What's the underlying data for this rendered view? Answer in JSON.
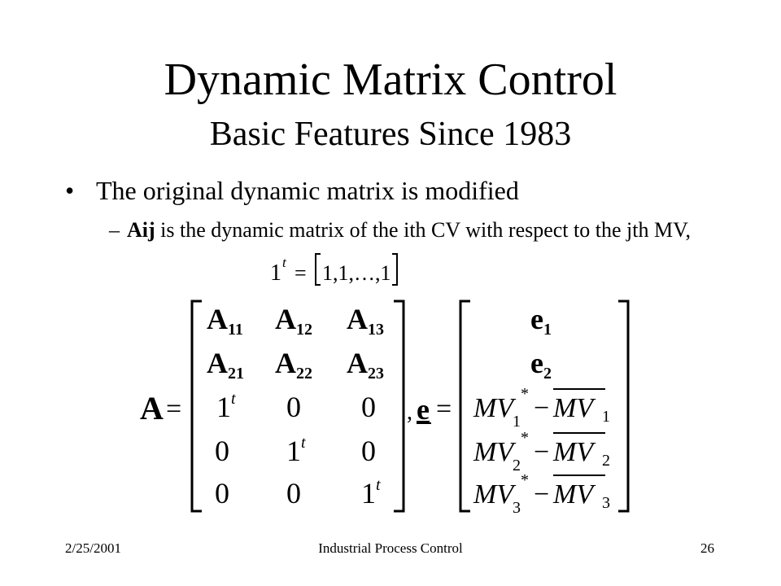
{
  "slide": {
    "title": "Dynamic Matrix Control",
    "subtitle": "Basic Features Since 1983",
    "bullet_1": "The original dynamic matrix is modified",
    "sub_bullet_bold": "Aij",
    "sub_bullet_text": " is the dynamic matrix of the ith CV with respect to the jth MV,",
    "ones_vector": {
      "lhs": "1",
      "superscript": "t",
      "rhs": "1,1,…,1"
    }
  },
  "equation": {
    "A_label": "A",
    "A_rows": [
      [
        "A11",
        "A12",
        "A13"
      ],
      [
        "A21",
        "A22",
        "A23"
      ],
      [
        "1t",
        "0",
        "0"
      ],
      [
        "0",
        "1t",
        "0"
      ],
      [
        "0",
        "0",
        "1t"
      ]
    ],
    "e_label": "e",
    "e_rows": [
      "e1",
      "e2",
      "MV1* − MV1",
      "MV2* − MV2",
      "MV3* − MV3"
    ]
  },
  "footer": {
    "date": "2/25/2001",
    "course": "Industrial Process Control",
    "page": "26"
  }
}
